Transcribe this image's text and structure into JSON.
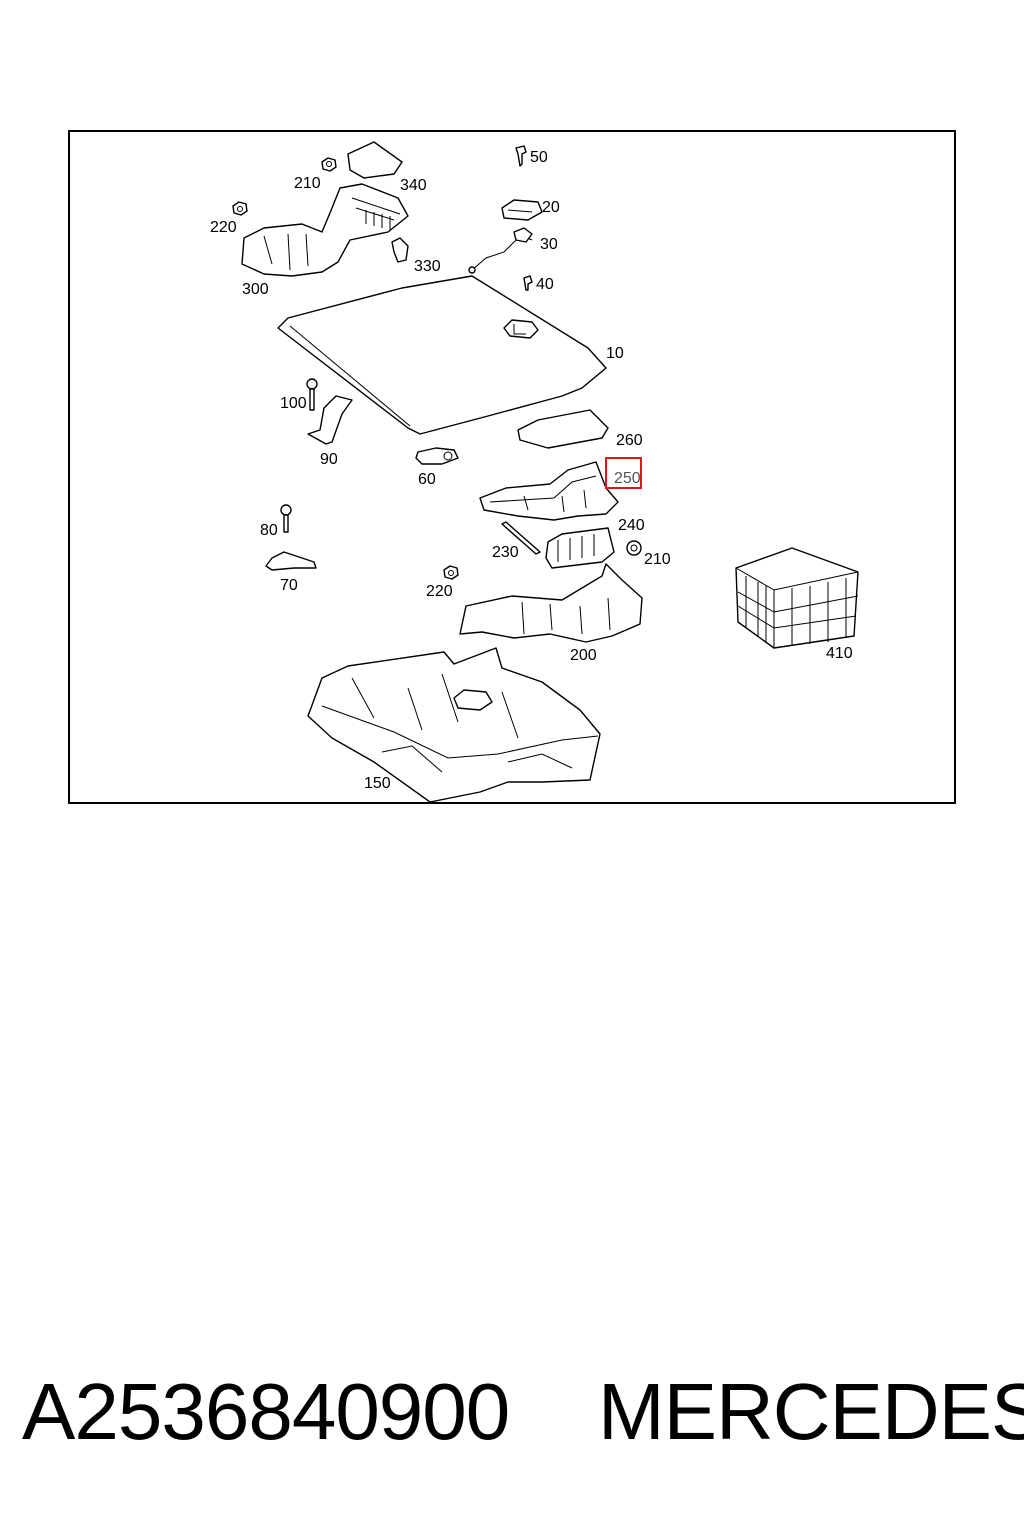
{
  "diagram": {
    "callouts": {
      "c50": "50",
      "c210a": "210",
      "c340": "340",
      "c20": "20",
      "c220a": "220",
      "c30": "30",
      "c330": "330",
      "c300": "300",
      "c40": "40",
      "c10": "10",
      "c100": "100",
      "c260": "260",
      "c90": "90",
      "c60": "60",
      "c250": "250",
      "c240": "240",
      "c80": "80",
      "c230": "230",
      "c210b": "210",
      "c70": "70",
      "c220b": "220",
      "c410": "410",
      "c200": "200",
      "c150": "150"
    },
    "highlighted_callout": "250",
    "highlight_color": "#e0141e"
  },
  "footer": {
    "part_number": "A2536840900",
    "brand": "MERCEDES"
  }
}
